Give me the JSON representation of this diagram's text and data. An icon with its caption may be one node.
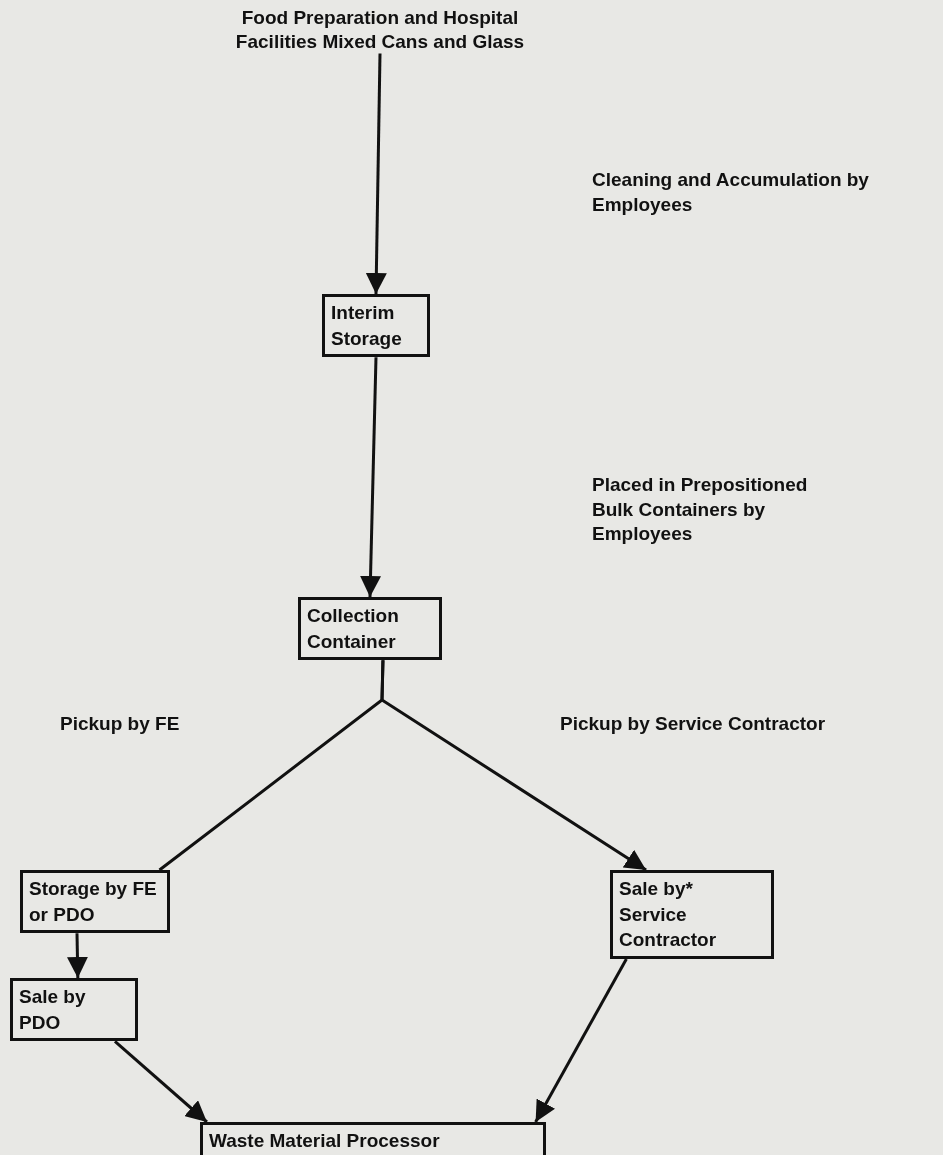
{
  "diagram": {
    "nodes": [
      {
        "text": [
          "Food Preparation and Hospital Facilities Mixed Cans and Glass"
        ]
      },
      {
        "text": [
          "Interim Storage"
        ]
      },
      {
        "text": [
          "Collection Container"
        ]
      },
      {
        "text": [
          "Storage by FE or PDO"
        ]
      },
      {
        "text": [
          "Sale by PDO"
        ]
      },
      {
        "text": [
          "Sale by* Service Contractor"
        ]
      },
      {
        "text": [
          "Waste Material Processor"
        ]
      }
    ],
    "edges": [
      {
        "from": 0,
        "to": 1,
        "arrow": "to"
      },
      {
        "from": 1,
        "to": 2,
        "arrow": "to"
      },
      {
        "from": 2,
        "to": 3,
        "arrow": "none"
      },
      {
        "from": 2,
        "to": 5,
        "arrow": "to"
      },
      {
        "from": 3,
        "to": 4,
        "arrow": "to"
      },
      {
        "from": 4,
        "to": 6,
        "arrow": "to"
      },
      {
        "from": 5,
        "to": 6,
        "arrow": "to"
      }
    ],
    "labels": [
      "Cleaning and Accumulation by Employees",
      "Placed in Prepositioned Bulk Containers by Employees",
      "Pickup by FE",
      "Pickup by Service Contractor"
    ]
  }
}
